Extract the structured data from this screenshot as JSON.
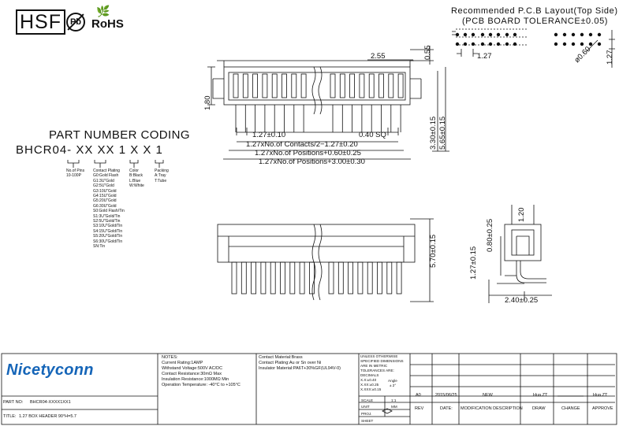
{
  "logos": {
    "hsf": "HSF",
    "pb": "Pb",
    "rohs": "RoHS"
  },
  "pcb": {
    "title": "Recommended P.C.B Layout(Top Side)",
    "tolerance": "(PCB BOARD TOLERANCE±0.05)",
    "pitch_x": "1.27",
    "pitch_y": "1.27",
    "hole": "ø0.60"
  },
  "part_coding": {
    "title": "PART NUMBER CODING",
    "code": "BHCR04- XX XX 1 X X 1",
    "pins": [
      "No.of Pins",
      "10-100P"
    ],
    "plating": [
      "Contact Plating",
      "G0:Gold Flash",
      "G1:3U\"Gold",
      "G2:5U\"Gold",
      "G3:10U\"Gold",
      "G4:15U\"Gold",
      "G5:20U\"Gold",
      "G6:30U\"Gold",
      "S0:Gold Flash/Tin",
      "S1:3U\"Gold/Tin",
      "S2:5U\"Gold/Tin",
      "S3:10U\"Gold/Tin",
      "S4:15U\"Gold/Tin",
      "S5:20U\"Gold/Tin",
      "S6:30U\"Gold/Tin",
      "SN:Tin"
    ],
    "color": [
      "Color",
      "B:Black",
      "L:Blue",
      "W:White"
    ],
    "packing": [
      "Packing",
      "A:Tray",
      "T:Tube"
    ]
  },
  "dims": {
    "d255": "2.55",
    "d055": "0.55",
    "d180": "1.80",
    "pitch": "1.27±0.10",
    "sq": "0.40 SQ",
    "a": "1.27xNo.of Contacts/2−1.27±0.20",
    "b": "1.27xNo.of Positions+0.60±0.25",
    "c": "1.27xNo.of Positions+3.00±0.30",
    "h1": "3.30±0.15",
    "h2": "5.65±0.15",
    "f570": "5.70±0.15",
    "s120": "1.20",
    "s080": "0.80±0.25",
    "s127": "1.27±0.15",
    "s240": "2.40±0.25"
  },
  "title_block": {
    "company": "Nicetyconn",
    "notes": [
      "NOTES:",
      "Current Rating:1AMP",
      "Withstand Voltage:500V AC/DC",
      "Contact Resistance:30mΩ Max",
      "Insulation Resistance:1000MΩ Min",
      "Operation Temperature: -40°C to +105°C"
    ],
    "materials": [
      "Contact Material:Brass",
      "Contact Plating:Au or Sn over Ni",
      "Insulator Material:PA6T+30%GF(UL94V-0)"
    ],
    "tolerances": [
      "UNLESS OTHERWISE",
      "SPECIFIED DIMENSIONS",
      "ARE IN METRIC",
      "TOLERANCES ARE:",
      "DECIMALS",
      "X.X:±0.40",
      "X.XX:±0.25",
      "X.XXX:±0.15"
    ],
    "angle": "Angle",
    "angle_val": "± 2°",
    "scale_label": "SCALE",
    "scale": "1:1",
    "unit_label": "UNIT",
    "unit": "MM",
    "proj_label": "PROJ.",
    "sheet_label": "SHEET",
    "part_no_label": "PART NO:",
    "part_no": "BHCR04-XXXX1XX1",
    "title_label": "TITLE:",
    "title": "1.27 BOX HEADER 90°H=5.7",
    "rev_row": {
      "rev": "A0",
      "date": "2015/06/25",
      "desc": "NEW",
      "draw": "Hua.ZT",
      "approve": "Hua.ZT"
    },
    "rev_headers": [
      "REV",
      "DATE:",
      "MODIFICATION DESCRIPTION",
      "DRAW",
      "CHANGE",
      "APPROVE"
    ]
  }
}
